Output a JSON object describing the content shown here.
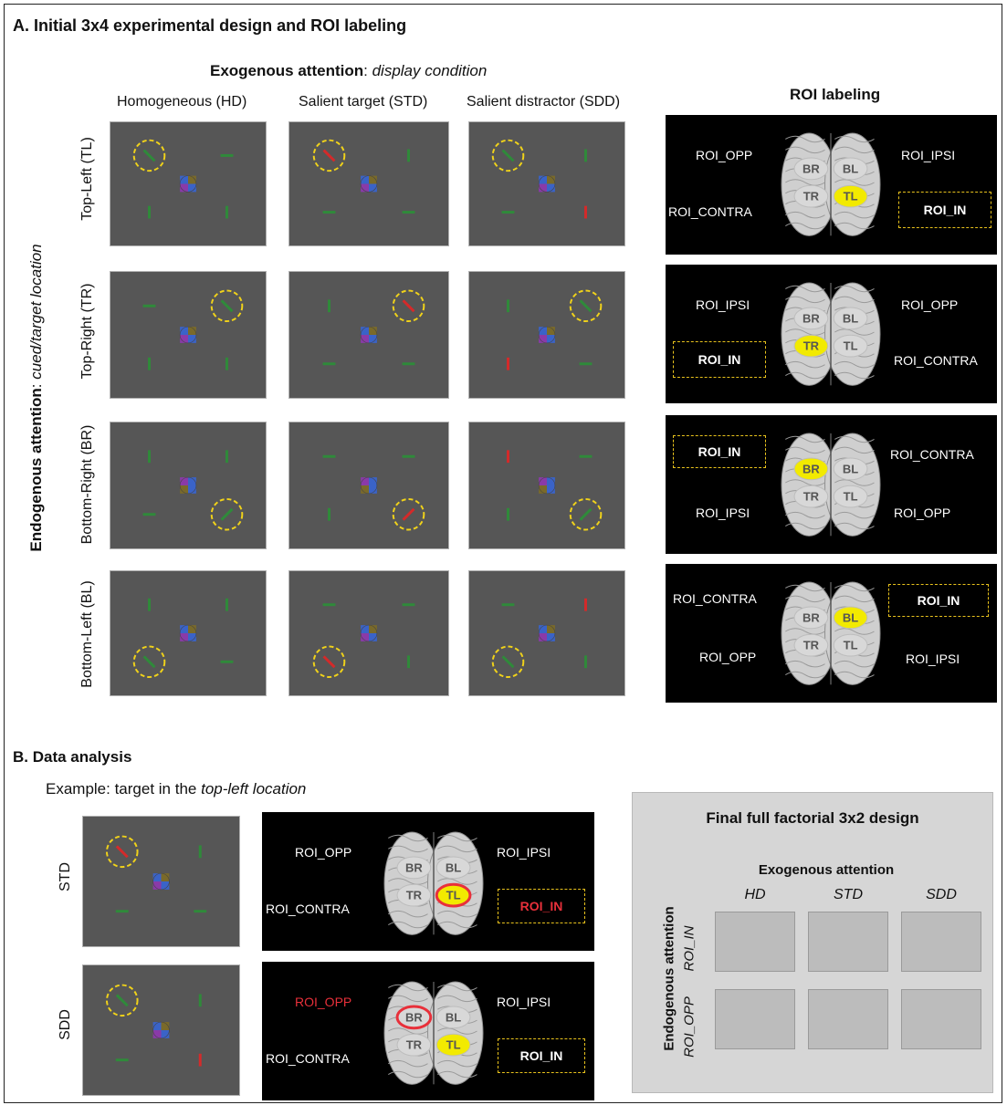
{
  "section_a": {
    "title": "A. Initial 3x4 experimental design and ROI labeling",
    "exo_header_bold": "Exogenous  attention",
    "exo_header_sep": ":",
    "exo_header_italic": "display condition",
    "columns": [
      "Homogeneous (HD)",
      "Salient target (STD)",
      "Salient distractor (SDD)"
    ],
    "endo_label_bold": "Endogenous attention",
    "endo_label_sep": ": ",
    "endo_label_italic": "cued/target location",
    "rows": [
      "Top-Left  (TL)",
      "Top-Right  (TR)",
      "Bottom-Right  (BR)",
      "Bottom-Left  (BL)"
    ],
    "roi_title": "ROI labeling",
    "roi_panels": [
      {
        "lbl_tl": "ROI_OPP",
        "lbl_tr": "ROI_IPSI",
        "lbl_ml": "ROI_CONTRA",
        "lbl_mr": "",
        "box": "ROI_IN",
        "highlight": "TL"
      },
      {
        "lbl_tl": "ROI_IPSI",
        "lbl_tr": "ROI_OPP",
        "lbl_ml": "",
        "lbl_mr": "ROI_CONTRA",
        "box": "ROI_IN",
        "highlight": "TR"
      },
      {
        "lbl_tl": "",
        "lbl_tr": "ROI_CONTRA",
        "lbl_ml": "ROI_IPSI",
        "lbl_mr": "ROI_OPP",
        "box": "ROI_IN",
        "highlight": "BR"
      },
      {
        "lbl_tl": "ROI_CONTRA",
        "lbl_tr": "",
        "lbl_ml": "ROI_OPP",
        "lbl_mr": "ROI_IPSI",
        "box": "ROI_IN",
        "highlight": "BL"
      }
    ],
    "region_labels": {
      "BR": "BR",
      "BL": "BL",
      "TR": "TR",
      "TL": "TL"
    }
  },
  "section_b": {
    "title": "B. Data analysis",
    "example_prefix": "Example: target in the ",
    "example_italic": "top-left location",
    "row_labels": [
      "STD",
      "SDD"
    ],
    "roi_rows": [
      {
        "opp": "ROI_OPP",
        "ipsi": "ROI_IPSI",
        "contra": "ROI_CONTRA",
        "in": "ROI_IN",
        "red_label": "in"
      },
      {
        "opp": "ROI_OPP",
        "ipsi": "ROI_IPSI",
        "contra": "ROI_CONTRA",
        "in": "ROI_IN",
        "red_label": "opp"
      }
    ],
    "final": {
      "title": "Final full factorial 3x2 design",
      "exo_title": "Exogenous  attention",
      "cols": [
        "HD",
        "STD",
        "SDD"
      ],
      "endo_title": "Endogenous attention",
      "rows": [
        "ROI_IN",
        "ROI_OPP"
      ]
    }
  },
  "colors": {
    "panel_bg": "#565656",
    "green_bar": "#2f8a3a",
    "red_bar": "#d42a2a",
    "cue_circle": "#f0d21a",
    "highlight": "#f2ea00",
    "roi_red": "#e8303a"
  }
}
